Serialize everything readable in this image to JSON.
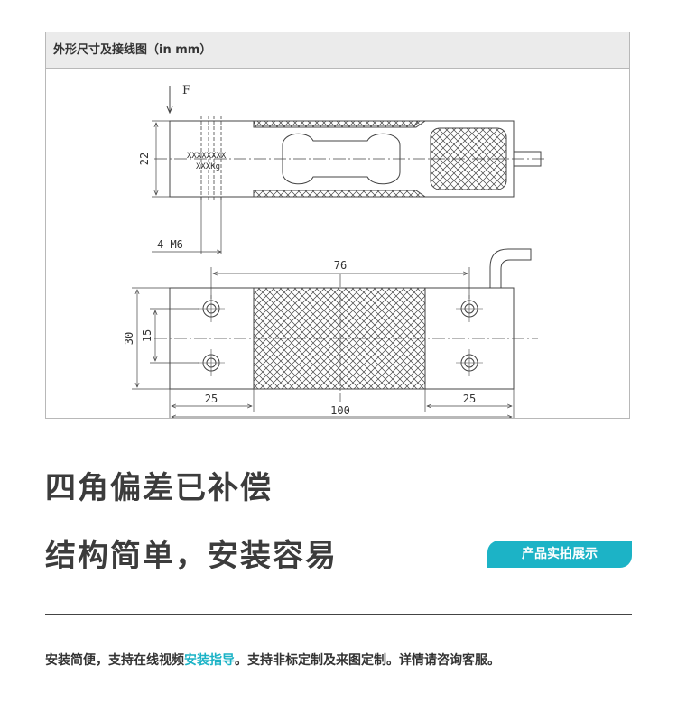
{
  "drawing": {
    "header_title": "外形尺寸及接线图（in mm）",
    "labels": {
      "force": "F",
      "height_22": "22",
      "text_x": "XXXXXXXX",
      "text_kg": "XXXKg",
      "thread": "4-M6",
      "length_76": "76",
      "width_30": "30",
      "width_15": "15",
      "end_25_left": "25",
      "end_25_right": "25",
      "length_100": "100"
    }
  },
  "headlines": {
    "line1": "四角偏差已补偿",
    "line2": "结构简单，安装容易"
  },
  "badge": {
    "label": "产品实拍展示"
  },
  "footer": {
    "part1": "安装简便，支持在线视频",
    "link": "安装指导",
    "part2": "。支持非标定制及来图定制。详情请咨询客服。"
  },
  "colors": {
    "accent": "#1cb3c6",
    "text": "#333333"
  }
}
